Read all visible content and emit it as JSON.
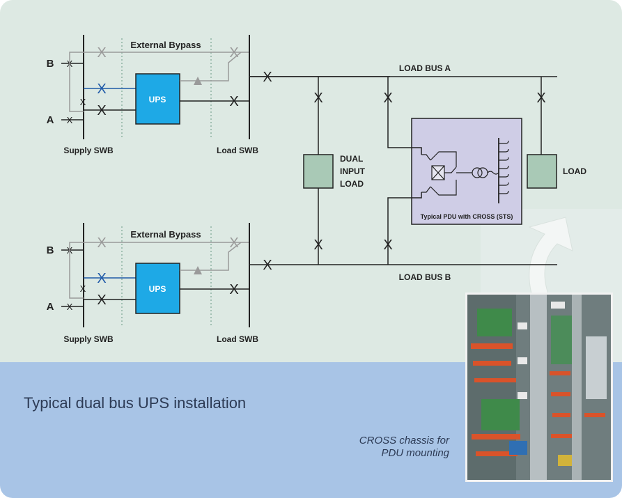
{
  "diagram": {
    "external_bypass_label": "External Bypass",
    "ups_label": "UPS",
    "supply_swb_label": "Supply SWB",
    "load_swb_label": "Load SWB",
    "feed_b_label": "B",
    "feed_a_label": "A",
    "load_bus_a_label": "LOAD BUS A",
    "load_bus_b_label": "LOAD BUS B",
    "dual_input_load_lines": [
      "DUAL",
      "INPUT",
      "LOAD"
    ],
    "load_label": "LOAD",
    "pdu_label": "Typical PDU with CROSS (STS)"
  },
  "caption": "Typical dual bus UPS installation",
  "photo_caption_lines": [
    "CROSS chassis for",
    "PDU mounting"
  ],
  "colors": {
    "ups_fill": "#1ea9e6",
    "load_fill": "#a9c9b6",
    "pdu_fill": "#cfcde6",
    "bypass_gray": "#9a9a9a",
    "blue_line": "#1f5aa8"
  }
}
